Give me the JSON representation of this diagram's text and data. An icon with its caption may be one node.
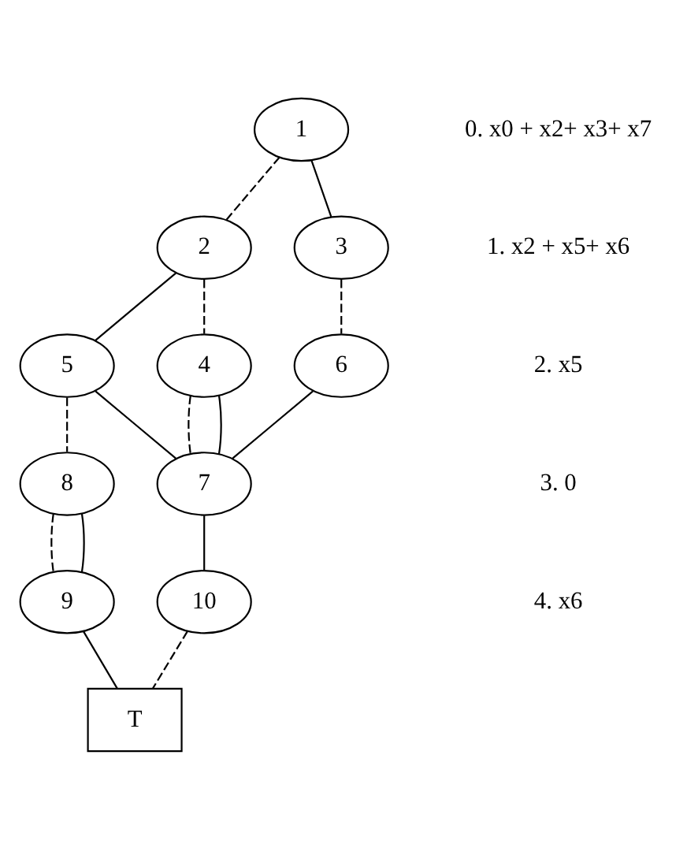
{
  "diagram": {
    "nodes": [
      {
        "text": [
          "1"
        ]
      },
      {
        "text": [
          "2"
        ]
      },
      {
        "text": [
          "3"
        ]
      },
      {
        "text": [
          "5"
        ]
      },
      {
        "text": [
          "4"
        ]
      },
      {
        "text": [
          "6"
        ]
      },
      {
        "text": [
          "8"
        ]
      },
      {
        "text": [
          "7"
        ]
      },
      {
        "text": [
          "9"
        ]
      },
      {
        "text": [
          "10"
        ]
      },
      {
        "text": [
          "T"
        ]
      }
    ],
    "edges": [
      {
        "from": 0,
        "to": 1,
        "arrow": "none",
        "style": "dashed"
      },
      {
        "from": 0,
        "to": 2,
        "arrow": "none"
      },
      {
        "from": 1,
        "to": 3,
        "arrow": "none"
      },
      {
        "from": 1,
        "to": 4,
        "arrow": "none",
        "style": "dashed"
      },
      {
        "from": 2,
        "to": 5,
        "arrow": "none",
        "style": "dashed"
      },
      {
        "from": 3,
        "to": 6,
        "arrow": "none",
        "style": "dashed"
      },
      {
        "from": 3,
        "to": 7,
        "arrow": "none"
      },
      {
        "from": 4,
        "to": 7,
        "arrow": "none",
        "style": "dashed"
      },
      {
        "from": 4,
        "to": 7,
        "arrow": "none"
      },
      {
        "from": 5,
        "to": 7,
        "arrow": "none"
      },
      {
        "from": 6,
        "to": 8,
        "arrow": "none",
        "style": "dashed"
      },
      {
        "from": 6,
        "to": 8,
        "arrow": "none"
      },
      {
        "from": 7,
        "to": 9,
        "arrow": "none"
      },
      {
        "from": 8,
        "to": 10,
        "arrow": "none"
      },
      {
        "from": 9,
        "to": 10,
        "arrow": "none",
        "style": "dashed"
      }
    ],
    "labels": [
      "0. x0 + x2+ x3+ x7",
      "1. x2 + x5+ x6",
      "2. x5",
      "3. 0",
      "4. x6"
    ]
  }
}
